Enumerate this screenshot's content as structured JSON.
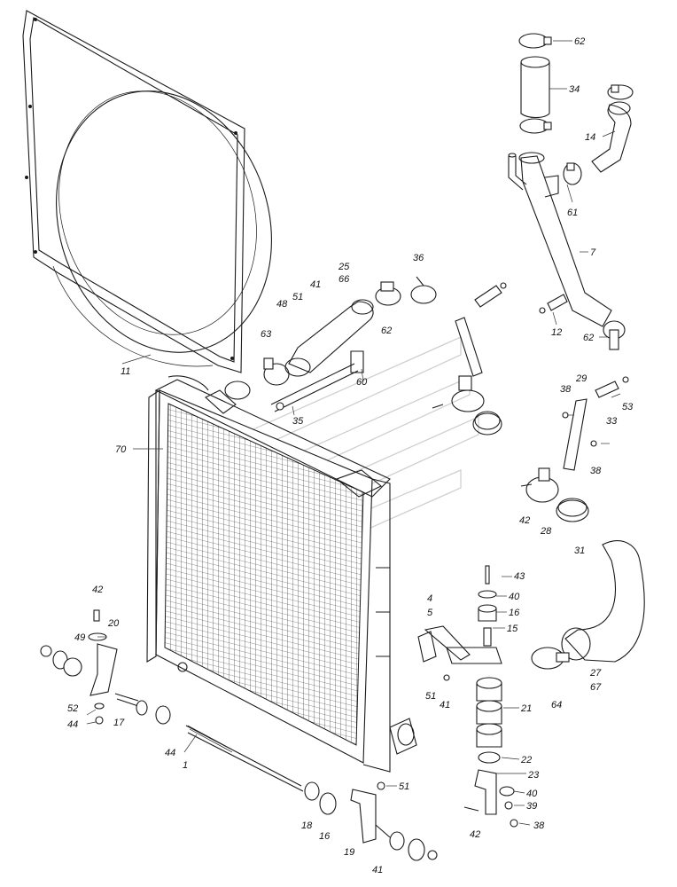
{
  "parts": [
    {
      "id": "p62a",
      "label": "62"
    },
    {
      "id": "p34",
      "label": "34"
    },
    {
      "id": "p14",
      "label": "14"
    },
    {
      "id": "p61",
      "label": "61"
    },
    {
      "id": "p7",
      "label": "7"
    },
    {
      "id": "p62b",
      "label": "62"
    },
    {
      "id": "p12",
      "label": "12"
    },
    {
      "id": "p25",
      "label": "25"
    },
    {
      "id": "p66",
      "label": "66"
    },
    {
      "id": "p36",
      "label": "36"
    },
    {
      "id": "p41a",
      "label": "41"
    },
    {
      "id": "p51a",
      "label": "51"
    },
    {
      "id": "p48",
      "label": "48"
    },
    {
      "id": "p63",
      "label": "63"
    },
    {
      "id": "p62c",
      "label": "62"
    },
    {
      "id": "p11",
      "label": "11"
    },
    {
      "id": "p60",
      "label": "60"
    },
    {
      "id": "p35",
      "label": "35"
    },
    {
      "id": "p70",
      "label": "70"
    },
    {
      "id": "p29",
      "label": "29"
    },
    {
      "id": "p38a",
      "label": "38"
    },
    {
      "id": "p33",
      "label": "33"
    },
    {
      "id": "p53",
      "label": "53"
    },
    {
      "id": "p38b",
      "label": "38"
    },
    {
      "id": "p42a",
      "label": "42"
    },
    {
      "id": "p28",
      "label": "28"
    },
    {
      "id": "p31",
      "label": "31"
    },
    {
      "id": "p42b",
      "label": "42"
    },
    {
      "id": "p20",
      "label": "20"
    },
    {
      "id": "p49",
      "label": "49"
    },
    {
      "id": "p43",
      "label": "43"
    },
    {
      "id": "p40a",
      "label": "40"
    },
    {
      "id": "p4",
      "label": "4"
    },
    {
      "id": "p5",
      "label": "5"
    },
    {
      "id": "p16a",
      "label": "16"
    },
    {
      "id": "p15",
      "label": "15"
    },
    {
      "id": "p52",
      "label": "52"
    },
    {
      "id": "p17",
      "label": "17"
    },
    {
      "id": "p44a",
      "label": "44"
    },
    {
      "id": "p51b",
      "label": "51"
    },
    {
      "id": "p41b",
      "label": "41"
    },
    {
      "id": "p21",
      "label": "21"
    },
    {
      "id": "p27",
      "label": "27"
    },
    {
      "id": "p67",
      "label": "67"
    },
    {
      "id": "p64",
      "label": "64"
    },
    {
      "id": "p44b",
      "label": "44"
    },
    {
      "id": "p1",
      "label": "1"
    },
    {
      "id": "p22",
      "label": "22"
    },
    {
      "id": "p23",
      "label": "23"
    },
    {
      "id": "p51c",
      "label": "51"
    },
    {
      "id": "p40b",
      "label": "40"
    },
    {
      "id": "p39",
      "label": "39"
    },
    {
      "id": "p18",
      "label": "18"
    },
    {
      "id": "p16b",
      "label": "16"
    },
    {
      "id": "p19",
      "label": "19"
    },
    {
      "id": "p42c",
      "label": "42"
    },
    {
      "id": "p38c",
      "label": "38"
    },
    {
      "id": "p41c",
      "label": "41"
    }
  ]
}
